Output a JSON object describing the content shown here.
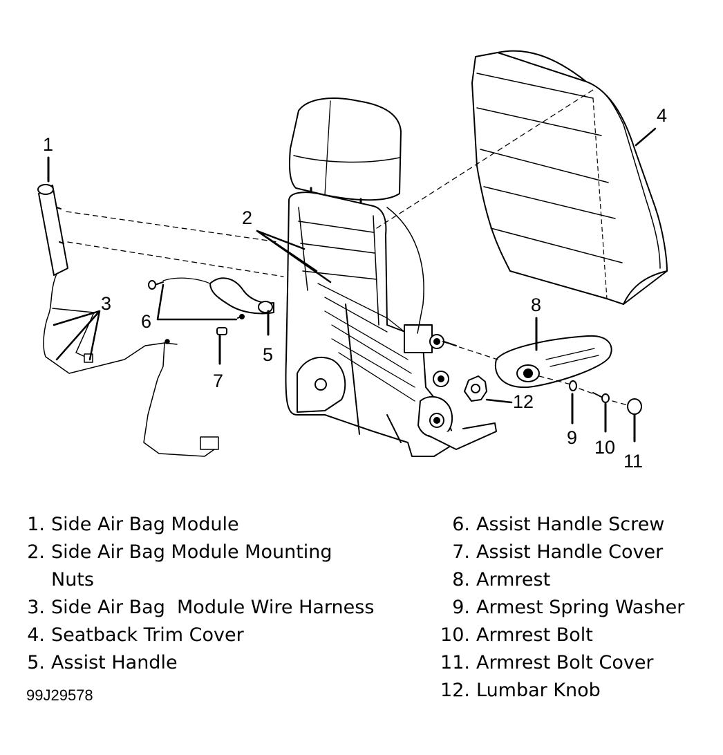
{
  "callouts": [
    "1",
    "2",
    "3",
    "4",
    "5",
    "6",
    "7",
    "8",
    "9",
    "10",
    "11",
    "12"
  ],
  "legend": {
    "left": [
      {
        "num": "1.",
        "text": "Side Air Bag Module"
      },
      {
        "num": "2.",
        "text": "Side Air Bag Module Mounting",
        "cont": "Nuts"
      },
      {
        "num": "3.",
        "text": "Side Air Bag  Module Wire Harness"
      },
      {
        "num": "4.",
        "text": "Seatback Trim Cover"
      },
      {
        "num": "5.",
        "text": "Assist Handle"
      }
    ],
    "right": [
      {
        "num": "6.",
        "text": "Assist Handle Screw"
      },
      {
        "num": "7.",
        "text": "Assist Handle Cover"
      },
      {
        "num": "8.",
        "text": "Armrest"
      },
      {
        "num": "9.",
        "text": "Armest Spring Washer"
      },
      {
        "num": "10.",
        "text": "Armrest Bolt"
      },
      {
        "num": "11.",
        "text": "Armrest Bolt Cover"
      },
      {
        "num": "12.",
        "text": "Lumbar Knob"
      }
    ]
  },
  "figure_id": "99J29578",
  "colors": {
    "line": "#000000",
    "fill": "#ffffff",
    "shade": "#e6e6e6"
  }
}
